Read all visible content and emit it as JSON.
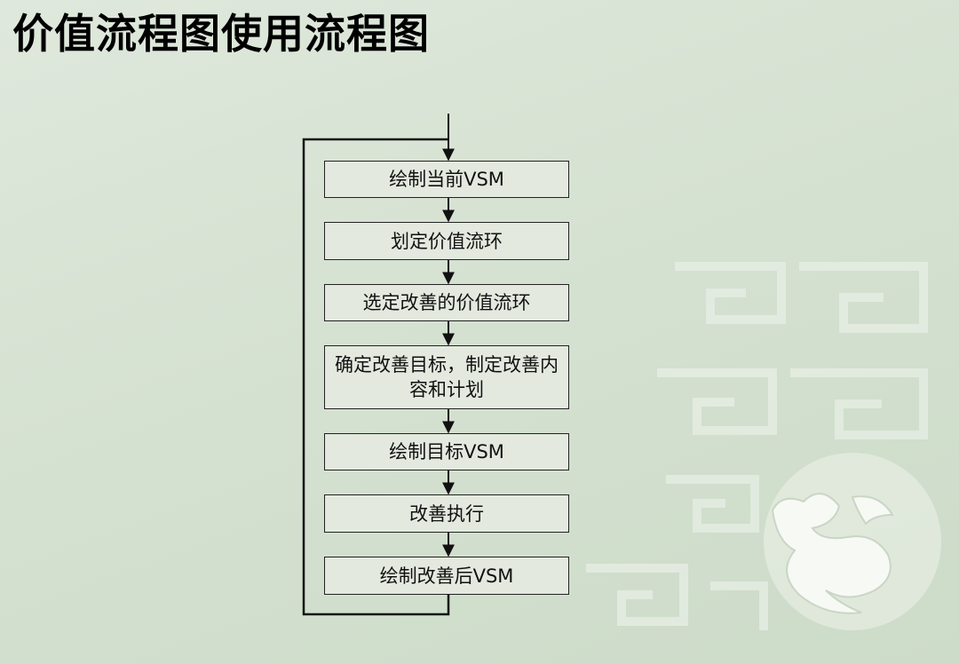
{
  "slide": {
    "title": "价值流程图使用流程图"
  },
  "flowchart": {
    "steps": [
      {
        "label": "绘制当前VSM"
      },
      {
        "label": "划定价值流环"
      },
      {
        "label": "选定改善的价值流环"
      },
      {
        "label": "确定改善目标，制定改善内容和计划"
      },
      {
        "label": "绘制目标VSM"
      },
      {
        "label": "改善执行"
      },
      {
        "label": "绘制改善后VSM"
      }
    ]
  },
  "colors": {
    "background": "#d5e1d1",
    "box_fill": "#e3e9df",
    "line": "#111111"
  }
}
